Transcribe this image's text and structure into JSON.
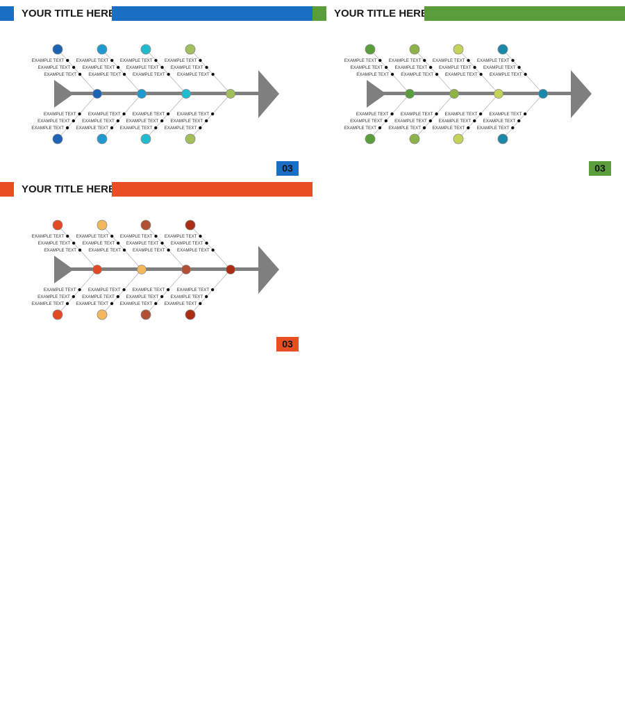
{
  "slides": [
    {
      "title": "YOUR TITLE HERE",
      "page_number": "03",
      "accent": "#1a6fc4",
      "node_colors": [
        "#1d63b6",
        "#1e9ad1",
        "#1fbcd0",
        "#a1bf5a"
      ],
      "items": [
        [
          "EXAMPLE TEXT",
          "EXAMPLE TEXT",
          "EXAMPLE TEXT"
        ],
        [
          "EXAMPLE TEXT",
          "EXAMPLE TEXT",
          "EXAMPLE TEXT"
        ],
        [
          "EXAMPLE TEXT",
          "EXAMPLE TEXT",
          "EXAMPLE TEXT"
        ],
        [
          "EXAMPLE TEXT",
          "EXAMPLE TEXT",
          "EXAMPLE TEXT"
        ],
        [
          "EXAMPLE TEXT",
          "EXAMPLE TEXT",
          "EXAMPLE TEXT"
        ],
        [
          "EXAMPLE TEXT",
          "EXAMPLE TEXT",
          "EXAMPLE TEXT"
        ],
        [
          "EXAMPLE TEXT",
          "EXAMPLE TEXT",
          "EXAMPLE TEXT"
        ],
        [
          "EXAMPLE TEXT",
          "EXAMPLE TEXT",
          "EXAMPLE TEXT"
        ]
      ]
    },
    {
      "title": "YOUR TITLE HERE",
      "page_number": "03",
      "accent": "#5a9e3c",
      "node_colors": [
        "#5a9e3c",
        "#8db348",
        "#c3d35a",
        "#1b87a9"
      ],
      "items": [
        [
          "EXAMPLE TEXT",
          "EXAMPLE TEXT",
          "EXAMPLE TEXT"
        ],
        [
          "EXAMPLE TEXT",
          "EXAMPLE TEXT",
          "EXAMPLE TEXT"
        ],
        [
          "EXAMPLE TEXT",
          "EXAMPLE TEXT",
          "EXAMPLE TEXT"
        ],
        [
          "EXAMPLE TEXT",
          "EXAMPLE TEXT",
          "EXAMPLE TEXT"
        ],
        [
          "EXAMPLE TEXT",
          "EXAMPLE TEXT",
          "EXAMPLE TEXT"
        ],
        [
          "EXAMPLE TEXT",
          "EXAMPLE TEXT",
          "EXAMPLE TEXT"
        ],
        [
          "EXAMPLE TEXT",
          "EXAMPLE TEXT",
          "EXAMPLE TEXT"
        ],
        [
          "EXAMPLE TEXT",
          "EXAMPLE TEXT",
          "EXAMPLE TEXT"
        ]
      ]
    },
    {
      "title": "YOUR TITLE HERE",
      "page_number": "03",
      "accent": "#e84e22",
      "node_colors": [
        "#e24a24",
        "#f5b75c",
        "#b35033",
        "#ab2d12"
      ],
      "items": [
        [
          "EXAMPLE TEXT",
          "EXAMPLE TEXT",
          "EXAMPLE TEXT"
        ],
        [
          "EXAMPLE TEXT",
          "EXAMPLE TEXT",
          "EXAMPLE TEXT"
        ],
        [
          "EXAMPLE TEXT",
          "EXAMPLE TEXT",
          "EXAMPLE TEXT"
        ],
        [
          "EXAMPLE TEXT",
          "EXAMPLE TEXT",
          "EXAMPLE TEXT"
        ],
        [
          "EXAMPLE TEXT",
          "EXAMPLE TEXT",
          "EXAMPLE TEXT"
        ],
        [
          "EXAMPLE TEXT",
          "EXAMPLE TEXT",
          "EXAMPLE TEXT"
        ],
        [
          "EXAMPLE TEXT",
          "EXAMPLE TEXT",
          "EXAMPLE TEXT"
        ],
        [
          "EXAMPLE TEXT",
          "EXAMPLE TEXT",
          "EXAMPLE TEXT"
        ]
      ]
    }
  ],
  "spine_color": "#7f7f7f",
  "dot_color": "#111111"
}
